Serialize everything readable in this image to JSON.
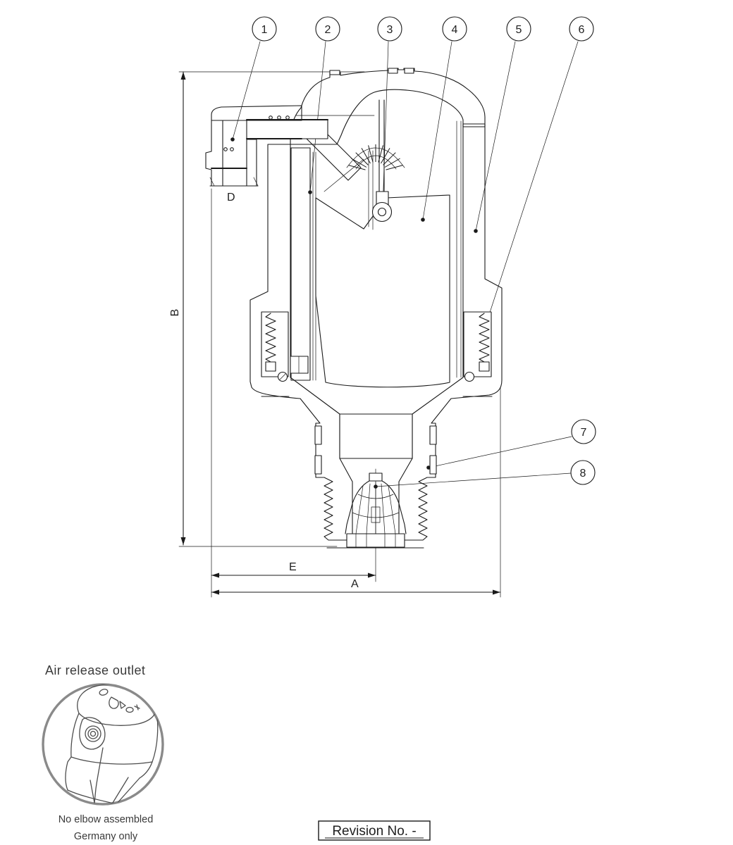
{
  "balloons": [
    "1",
    "2",
    "3",
    "4",
    "5",
    "6",
    "7",
    "8"
  ],
  "dimension_labels": {
    "height": "B",
    "width": "A",
    "outlet": "D",
    "center_offset": "E"
  },
  "detail_view": {
    "title": "Air release outlet",
    "note1": "No elbow assembled",
    "note2": "Germany only"
  },
  "revision_box": {
    "label": "Revision No. -"
  },
  "colors": {
    "line": "#1a1a1a",
    "detail_circle": "#8a8a8a",
    "text": "#3a3a3a"
  }
}
